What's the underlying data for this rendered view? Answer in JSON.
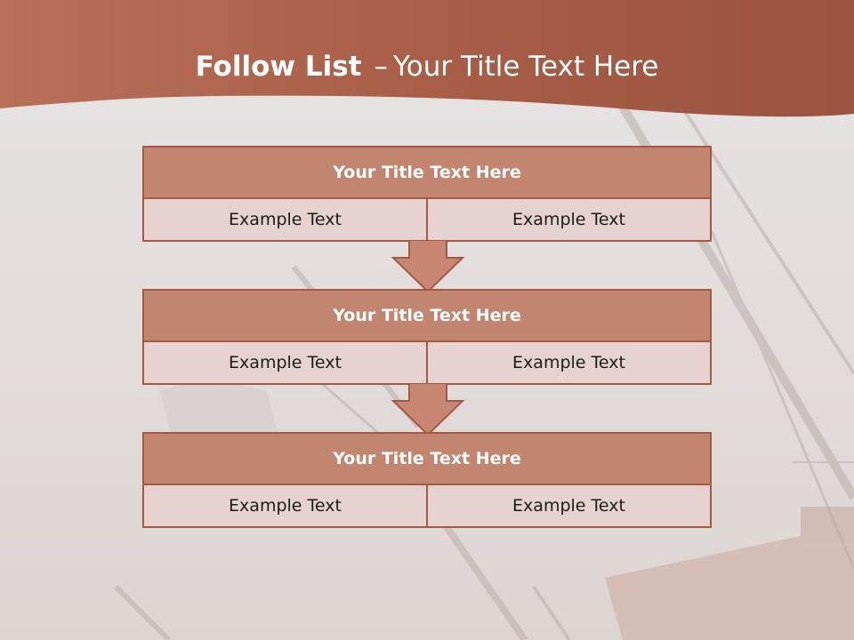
{
  "slide": {
    "title_bold": "Follow List",
    "title_dash": "–",
    "title_rest": "Your Title Text Here"
  },
  "steps": [
    {
      "title": "Your Title Text Here",
      "left": "Example Text",
      "right": "Example Text"
    },
    {
      "title": "Your Title Text Here",
      "left": "Example Text",
      "right": "Example Text"
    },
    {
      "title": "Your Title Text Here",
      "left": "Example Text",
      "right": "Example Text"
    }
  ],
  "colors": {
    "banner": "#a85e47",
    "header_fill": "#c2856f",
    "cell_fill": "#e6d3cf",
    "border": "#a25a44",
    "arrow": "#c98773"
  }
}
